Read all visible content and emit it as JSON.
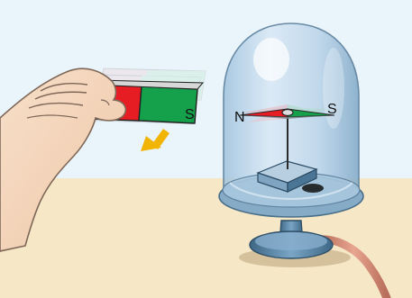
{
  "magnet": {
    "pole_label": "S",
    "colors": {
      "north": "#e61e24",
      "south": "#15a04b"
    }
  },
  "compass": {
    "north_label": "N",
    "south_label": "S"
  },
  "colors": {
    "background": "#eaf4fb",
    "table": "#f6e7c6",
    "glass": "#cfe3f3",
    "base": "#5f86a3",
    "arrow": "#f1b400",
    "cable": "#d88f7a"
  },
  "icons": {
    "direction": "down-left-arrow-icon",
    "hand": "hand-icon"
  }
}
